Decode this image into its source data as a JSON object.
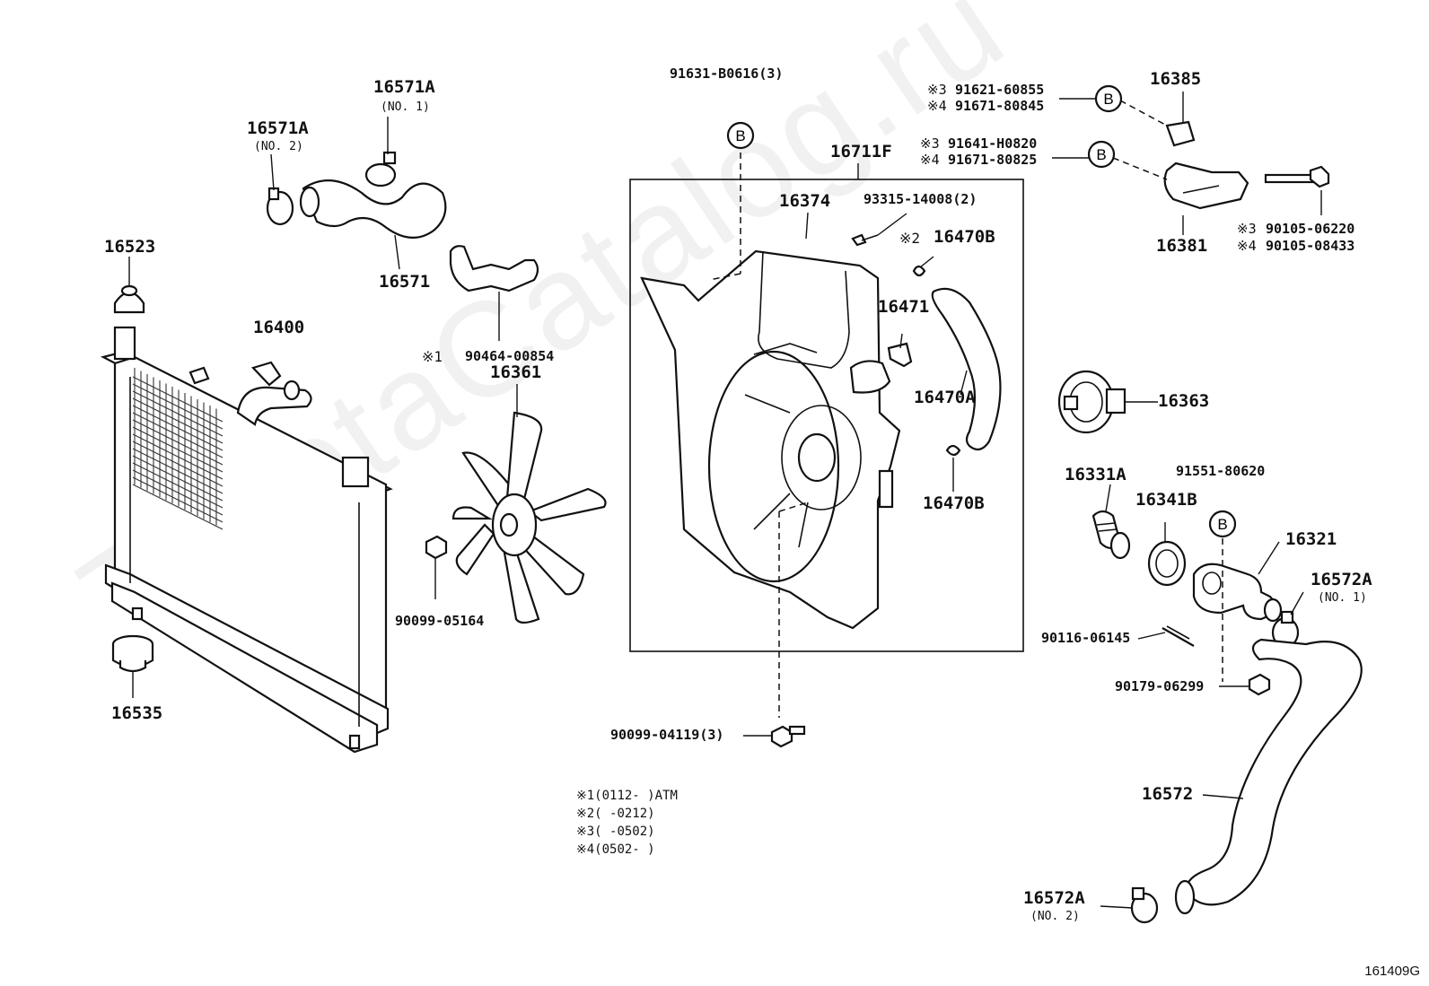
{
  "watermark": "ToyotaCatalog.ru",
  "diagram_code": "161409G",
  "circle_mark": "B",
  "labels": {
    "p16571A_no1": "16571A",
    "p16571A_no1_sub": "(NO. 1)",
    "p16571A_no2": "16571A",
    "p16571A_no2_sub": "(NO. 2)",
    "p16571": "16571",
    "p16523": "16523",
    "p16400": "16400",
    "p16535": "16535",
    "p90464": "90464-00854",
    "p90464_mark": "※1",
    "p16361": "16361",
    "p90099_05164": "90099-05164",
    "p91631": "91631-B0616(3)",
    "p16711F": "16711F",
    "p16374": "16374",
    "p93315": "93315-14008(2)",
    "p16470B_top": "16470B",
    "p16470B_top_mark": "※2",
    "p16471": "16471",
    "p16470A": "16470A",
    "p16470B_bottom": "16470B",
    "p90099_04119": "90099-04119(3)",
    "p91621_mark": "※3",
    "p91621": "91621-60855",
    "p91671a_mark": "※4",
    "p91671a": "91671-80845",
    "p91641_mark": "※3",
    "p91641": "91641-H0820",
    "p91671b_mark": "※4",
    "p91671b": "91671-80825",
    "p16385": "16385",
    "p16381": "16381",
    "p90105a_mark": "※3",
    "p90105a": "90105-06220",
    "p90105b_mark": "※4",
    "p90105b": "90105-08433",
    "p16363": "16363",
    "p16331A": "16331A",
    "p16341B": "16341B",
    "p91551": "91551-80620",
    "p16321": "16321",
    "p16572A_no1": "16572A",
    "p16572A_no1_sub": "(NO. 1)",
    "p90116": "90116-06145",
    "p90179": "90179-06299",
    "p16572": "16572",
    "p16572A_no2": "16572A",
    "p16572A_no2_sub": "(NO. 2)"
  },
  "footnotes": [
    "※1(0112-     )ATM",
    "※2(     -0212)",
    "※3(     -0502)",
    "※4(0502-     )"
  ]
}
